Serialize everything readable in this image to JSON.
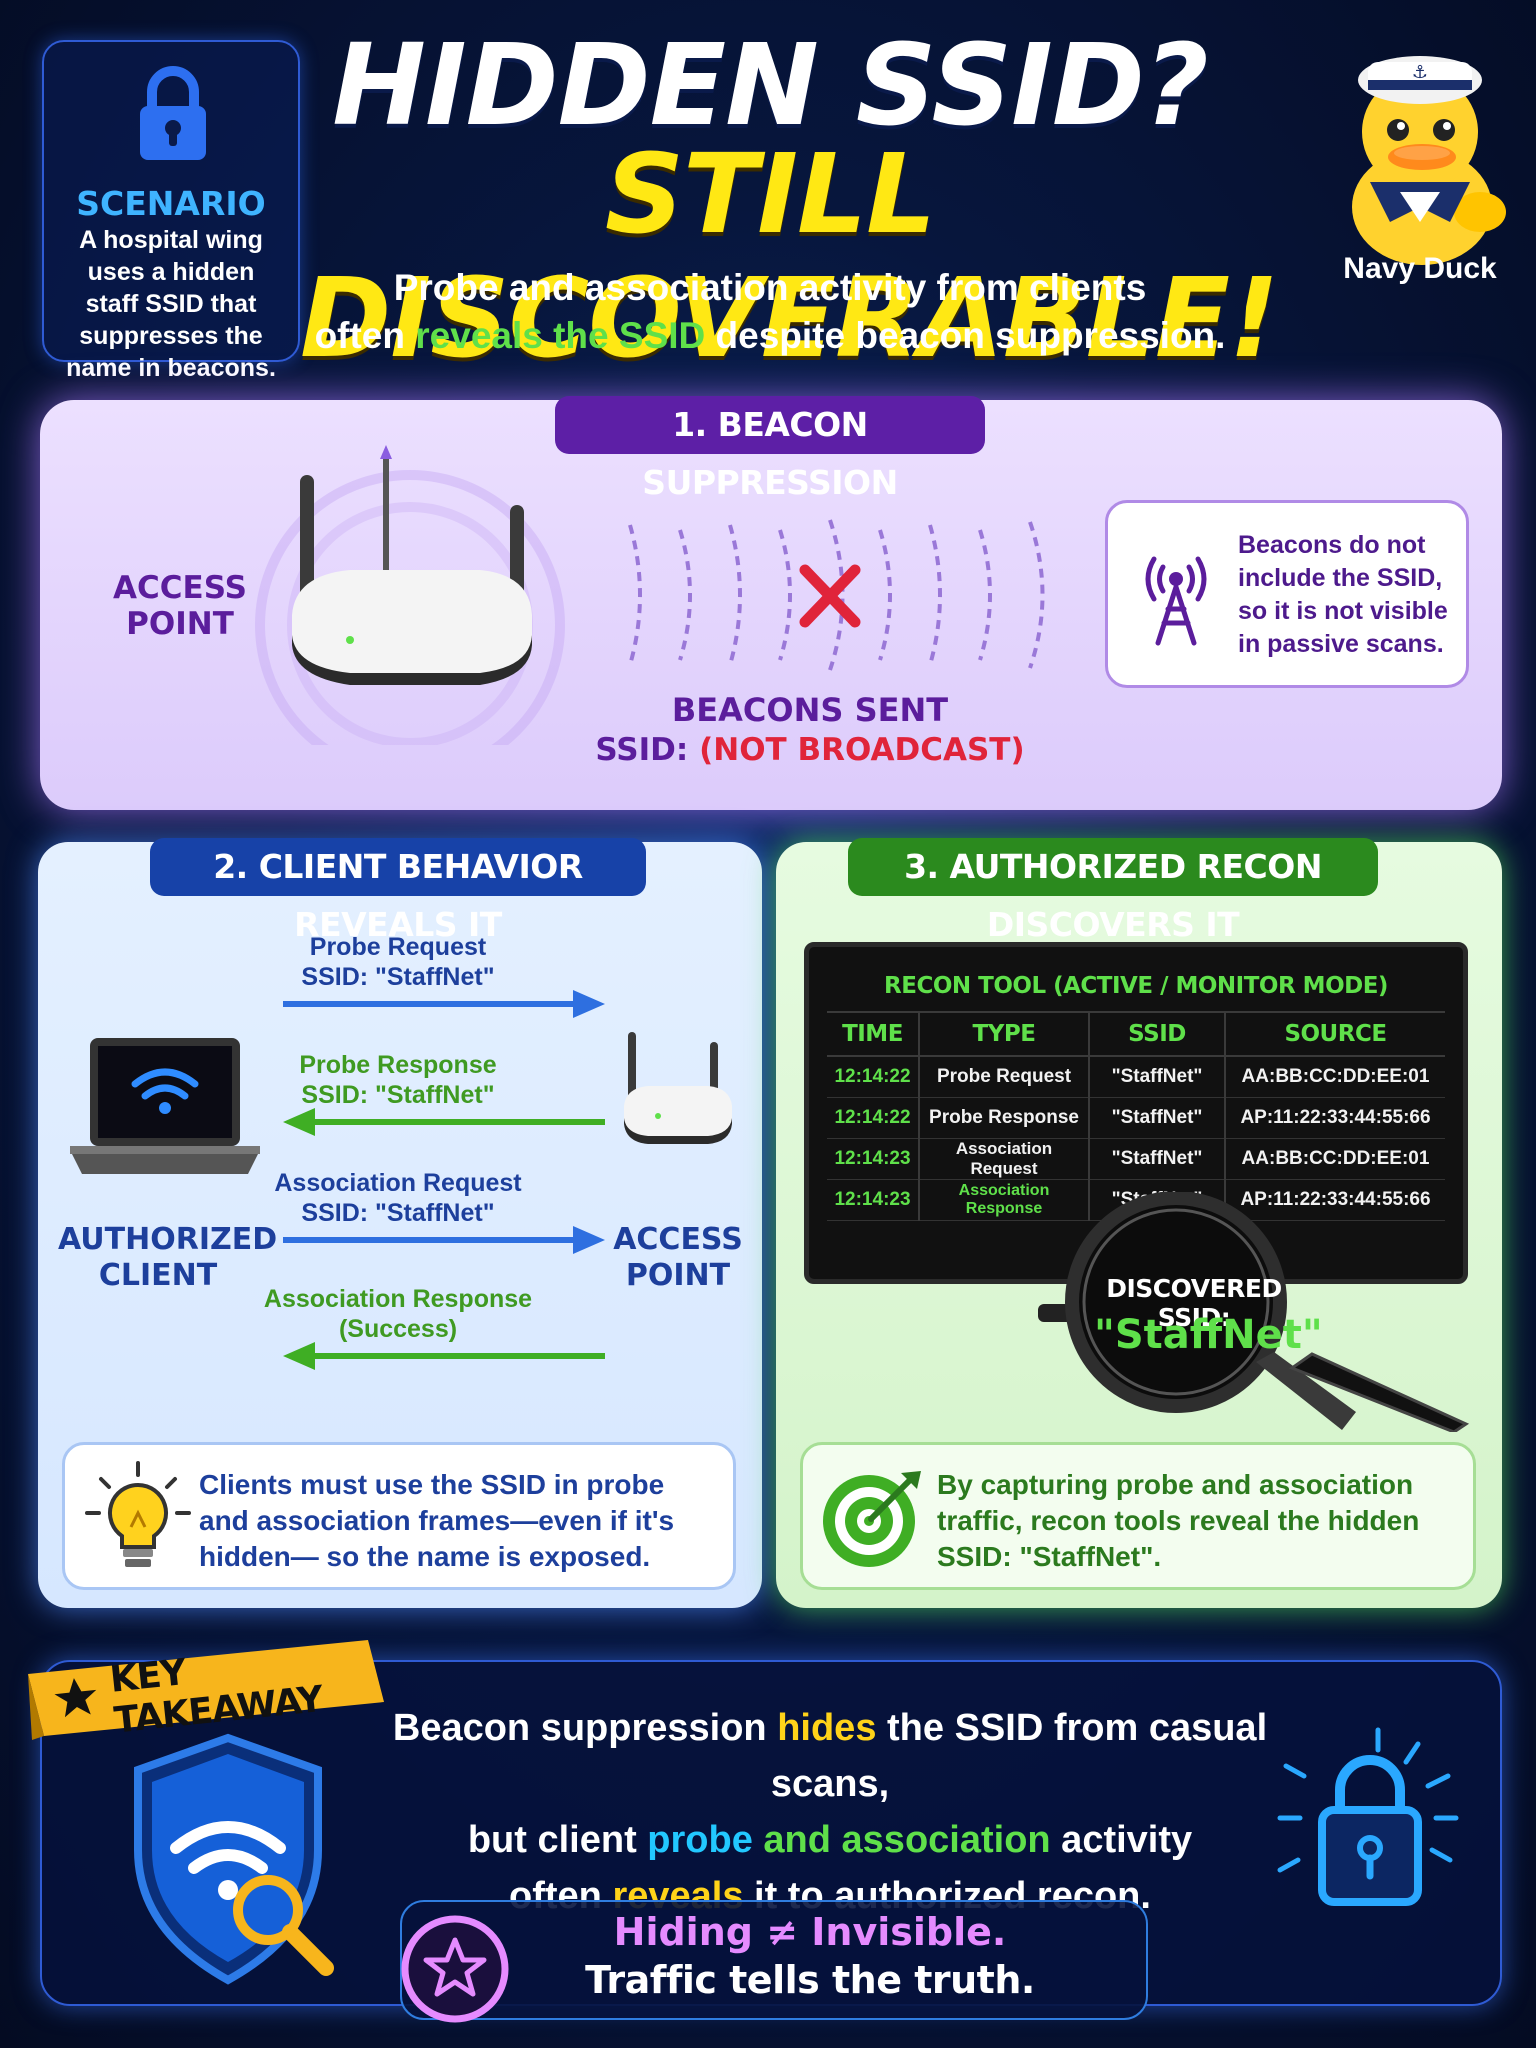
{
  "header": {
    "scenario_title": "SCENARIO",
    "scenario_text": "A hospital wing uses a hidden staff SSID that suppresses the name in beacons.",
    "title_line1": "HIDDEN SSID?",
    "title_line2": "STILL DISCOVERABLE!",
    "subtitle_part1": "Probe and association activity from clients",
    "subtitle_part2": "often ",
    "subtitle_highlight": "reveals the SSID",
    "subtitle_part3": " despite beacon suppression.",
    "mascot_label": "Navy Duck"
  },
  "section1": {
    "badge": "1. BEACON SUPPRESSION",
    "ap_label_1": "ACCESS",
    "ap_label_2": "POINT",
    "beacons_sent": "BEACONS SENT",
    "ssid_prefix": "SSID: ",
    "ssid_value": "(NOT BROADCAST)",
    "note": "Beacons do not include the SSID, so it is not visible in passive scans.",
    "note_icon": "broadcast-tower-icon"
  },
  "section2": {
    "badge": "2. CLIENT BEHAVIOR REVEALS IT",
    "frames": [
      {
        "line1": "Probe Request",
        "line2": "SSID: \"StaffNet\""
      },
      {
        "line1": "Probe Response",
        "line2": "SSID: \"StaffNet\""
      },
      {
        "line1": "Association Request",
        "line2": "SSID: \"StaffNet\""
      },
      {
        "line1": "Association Response",
        "line2": "(Success)"
      }
    ],
    "client_label_1": "AUTHORIZED",
    "client_label_2": "CLIENT",
    "ap_label_1": "ACCESS",
    "ap_label_2": "POINT",
    "note": "Clients must use the SSID in probe and association frames—even if it's hidden— so the name is exposed.",
    "note_icon": "lightbulb-icon"
  },
  "section3": {
    "badge": "3. AUTHORIZED RECON DISCOVERS IT",
    "recon_title": "RECON TOOL (ACTIVE / MONITOR MODE)",
    "columns": [
      "TIME",
      "TYPE",
      "SSID",
      "SOURCE"
    ],
    "rows": [
      [
        "12:14:22",
        "Probe Request",
        "\"StaffNet\"",
        "AA:BB:CC:DD:EE:01"
      ],
      [
        "12:14:22",
        "Probe Response",
        "\"StaffNet\"",
        "AP:11:22:33:44:55:66"
      ],
      [
        "12:14:23",
        "Association Request",
        "\"StaffNet\"",
        "AA:BB:CC:DD:EE:01"
      ],
      [
        "12:14:23",
        "Association Response",
        "\"StaffNet\"",
        "AP:11:22:33:44:55:66"
      ]
    ],
    "discovered_label": "DISCOVERED SSID:",
    "discovered_value": "\"StaffNet\"",
    "note": "By capturing probe and association traffic, recon tools reveal the hidden SSID: \"StaffNet\".",
    "note_icon": "target-icon"
  },
  "takeaway": {
    "banner": "KEY TAKEAWAY",
    "line1_a": "Beacon suppression ",
    "line1_hl": "hides",
    "line1_b": " the SSID from casual scans,",
    "line2_a": "but client ",
    "line2_hl1": "probe",
    "line2_mid": " ",
    "line2_hl2": "and association",
    "line2_b": " activity",
    "line3_a": "often ",
    "line3_hl": "reveals",
    "line3_b": " it to authorized recon.",
    "motto1": "Hiding ≠ Invisible.",
    "motto2": "Traffic tells the truth."
  },
  "colors": {
    "background": "#07163d",
    "title_yellow": "#ffe814",
    "highlight_green": "#5fe04a",
    "section1_purple": "#5d1fa6",
    "section2_blue": "#1742a8",
    "section3_green": "#2b8a1e",
    "alert_red": "#e0243a"
  }
}
